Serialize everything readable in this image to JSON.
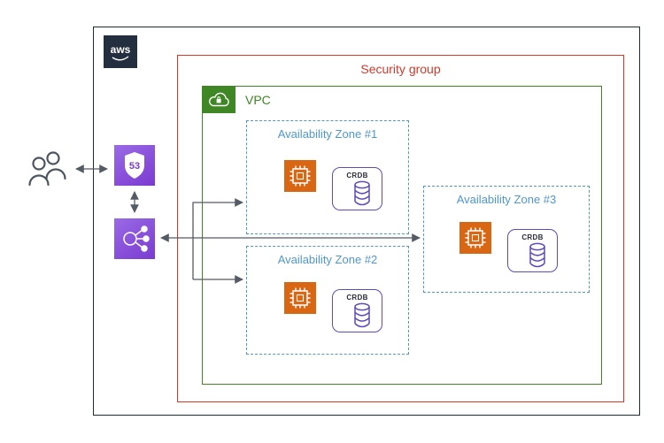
{
  "aws_cloud": {
    "logo_text": "aws"
  },
  "security_group": {
    "label": "Security group",
    "border_color": "#d6382a"
  },
  "vpc": {
    "label": "VPC",
    "border_color": "#3f8624"
  },
  "availability_zones": [
    {
      "label": "Availability Zone #1",
      "database_label": "CRDB"
    },
    {
      "label": "Availability Zone #2",
      "database_label": "CRDB"
    },
    {
      "label": "Availability Zone #3",
      "database_label": "CRDB"
    }
  ],
  "route53": {
    "badge_text": "53"
  },
  "icons": {
    "users": "users-icon",
    "route53": "route53-shield-icon",
    "load_balancer": "elastic-load-balancer-icon",
    "ec2": "ec2-instance-icon",
    "database": "database-cylinder-icon",
    "vpc": "vpc-cloud-lock-icon",
    "aws": "aws-logo"
  },
  "connections": [
    {
      "from": "users",
      "to": "route53",
      "bidirectional": true
    },
    {
      "from": "route53",
      "to": "load-balancer",
      "bidirectional": true
    },
    {
      "from": "load-balancer",
      "to": "availability-zone-3",
      "bidirectional": true
    },
    {
      "from": "load-balancer",
      "to": "availability-zone-1",
      "bidirectional": false
    },
    {
      "from": "load-balancer",
      "to": "availability-zone-2",
      "bidirectional": false
    }
  ],
  "colors": {
    "az_border_blue": "#4f97d1",
    "ec2_orange": "#d86613",
    "icon_purple_light": "#9a6ae6",
    "icon_purple_dark": "#7a3bd0",
    "crdb_purple": "#5f4bb6",
    "arrow_gray": "#545b64",
    "aws_dark": "#232f3e",
    "security_group_red": "#d6382a",
    "vpc_green": "#3f8624"
  }
}
